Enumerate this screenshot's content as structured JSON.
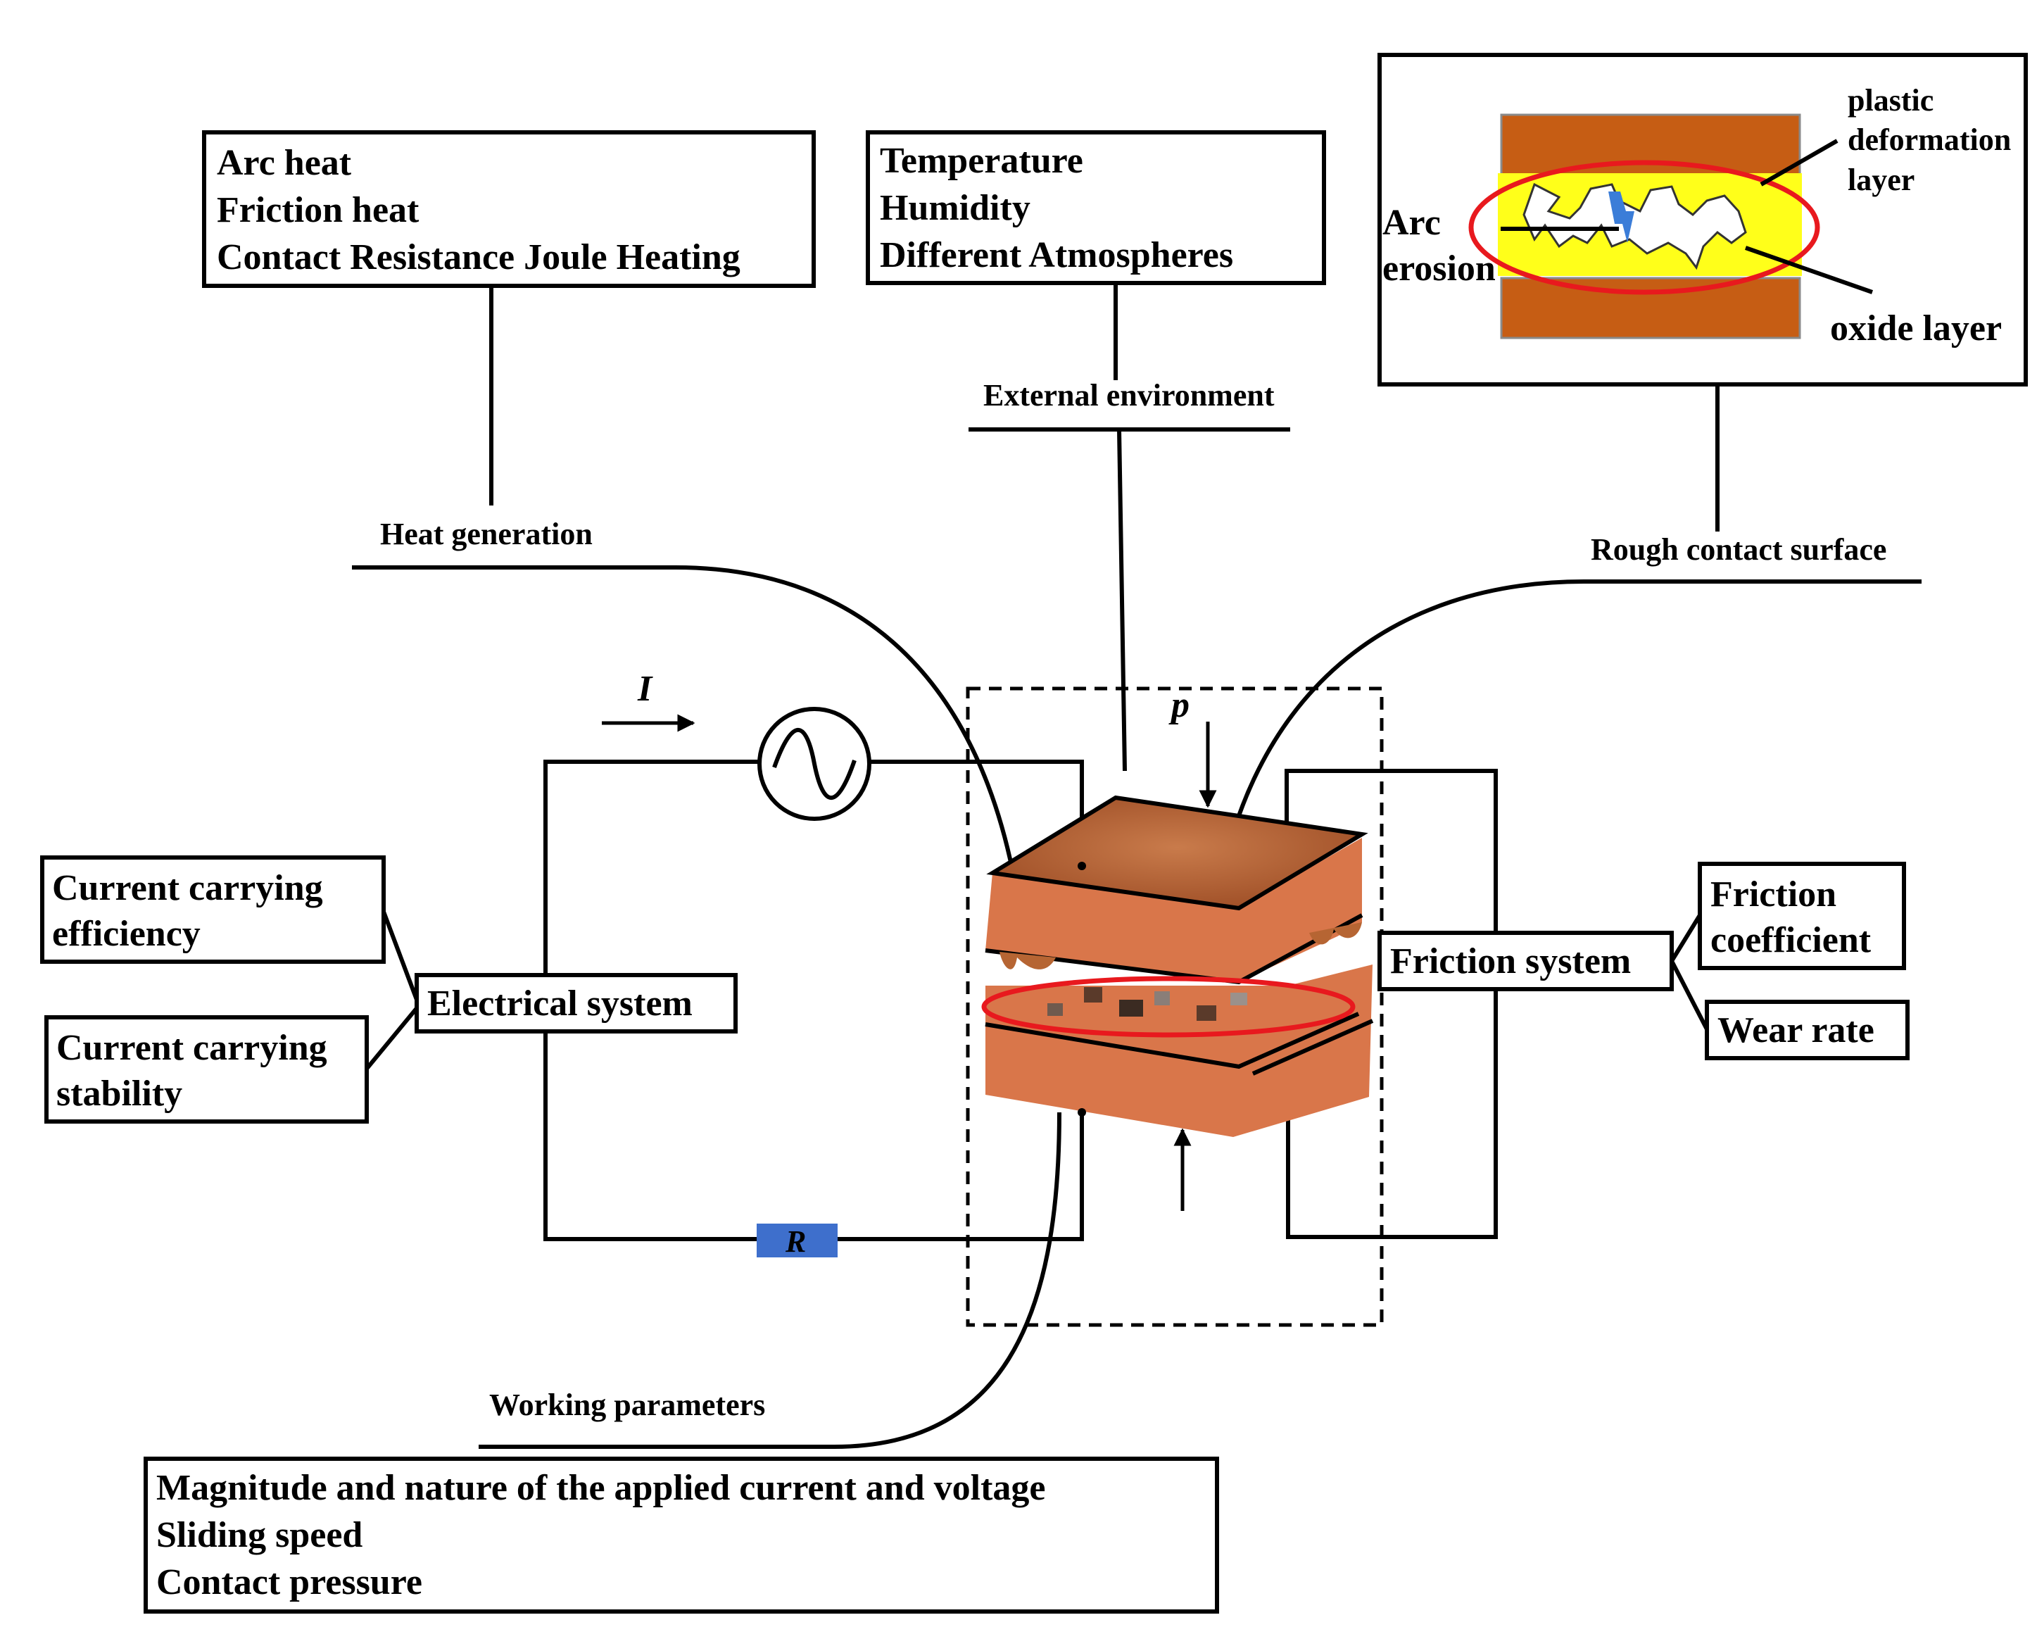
{
  "boxes": {
    "heat": [
      "Arc heat",
      "Friction heat",
      "Contact Resistance Joule Heating"
    ],
    "environment": [
      "Temperature",
      "Humidity",
      "Different Atmospheres"
    ],
    "working": [
      "Magnitude and nature of the applied current and voltage",
      "Sliding speed",
      "Contact pressure"
    ],
    "efficiency": [
      "Current carrying",
      "efficiency"
    ],
    "stability": [
      "Current carrying",
      "stability"
    ],
    "electrical": "Electrical system",
    "friction_system": "Friction system",
    "friction_coefficient": [
      "Friction",
      "coefficient"
    ],
    "wear_rate": "Wear rate"
  },
  "labels": {
    "heat_generation": "Heat generation",
    "external_environment": "External environment",
    "rough_contact_surface": "Rough contact surface",
    "working_parameters": "Working parameters",
    "current_symbol": "I",
    "pressure_symbol": "p",
    "resistor_symbol": "R"
  },
  "inset": {
    "plastic_deformation_layer": [
      "plastic",
      "deformation",
      "layer"
    ],
    "arc_erosion": [
      "Arc",
      "erosion"
    ],
    "oxide_layer": "oxide layer"
  },
  "colors": {
    "copper": "#D9764A",
    "copper_top": "#A5532A",
    "inset_copper": "#C65D14",
    "oxide_yellow": "#FFFF1A",
    "highlight_red": "#E8191E",
    "resistor_blue": "#3E6FCC",
    "spark_blue": "#3B7DD8"
  }
}
